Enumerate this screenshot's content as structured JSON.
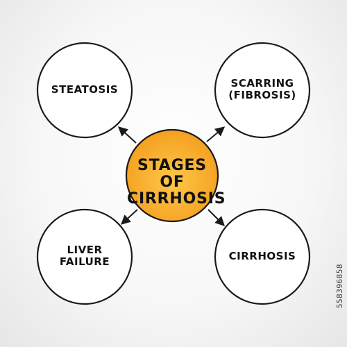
{
  "diagram": {
    "center": {
      "lines": [
        "STAGES OF",
        "CIRRHOSIS"
      ],
      "fill": "#f39c1c",
      "fill_light": "#ffc84a"
    },
    "nodes": [
      {
        "id": "steatosis",
        "lines": [
          "STEATOSIS"
        ]
      },
      {
        "id": "scarring",
        "lines": [
          "SCARRING",
          "(FIBROSIS)"
        ]
      },
      {
        "id": "liver-failure",
        "lines": [
          "LIVER",
          "FAILURE"
        ]
      },
      {
        "id": "cirrhosis",
        "lines": [
          "CIRRHOSIS"
        ]
      }
    ],
    "stroke_color": "#1a1a1a",
    "background_color": "#f2f2f2"
  },
  "watermark": {
    "text": "558396858"
  }
}
